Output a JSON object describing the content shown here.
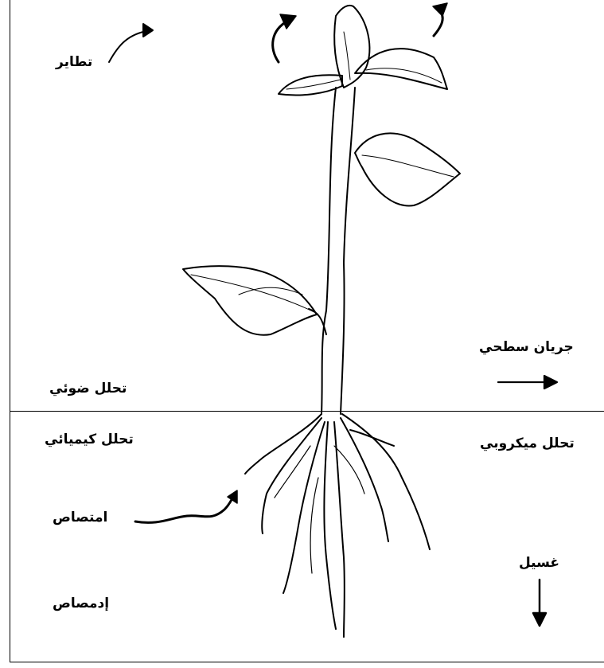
{
  "labels": {
    "volatilization": "تطاير",
    "photodegradation": "تحلل ضوئي",
    "surface_runoff": "جريان سطحي",
    "chemical_degradation": "تحلل كيميائي",
    "microbial_degradation": "تحلل ميكروبي",
    "absorption": "امتصاص",
    "adsorption": "إدمصاص",
    "leaching": "غسيل"
  }
}
